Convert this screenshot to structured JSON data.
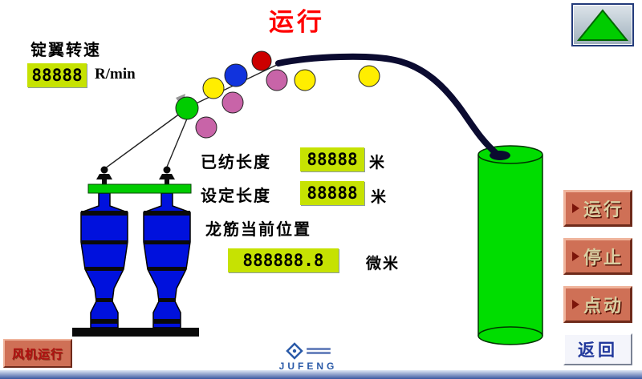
{
  "title": "运行",
  "flyer_speed": {
    "label": "锭翼转速",
    "value": "88888",
    "unit": "R/min"
  },
  "spun_length": {
    "label": "已纺长度",
    "value": "88888",
    "unit": "米"
  },
  "set_length": {
    "label": "设定长度",
    "value": "88888",
    "unit": "米"
  },
  "rail_position": {
    "label": "龙筋当前位置",
    "value": "888888.8",
    "unit": "微米"
  },
  "buttons": {
    "run": "运行",
    "stop": "停止",
    "jog": "点动",
    "back": "返回",
    "fan": "风机运行"
  },
  "logo": {
    "text": "JUFENG"
  },
  "colors": {
    "value_bg": "#c6e202",
    "action_button_bg": "#cf7056",
    "title_red": "#ff0000",
    "cylinder_green": "#00dd00",
    "bobbin_blue": "#0011dd"
  }
}
